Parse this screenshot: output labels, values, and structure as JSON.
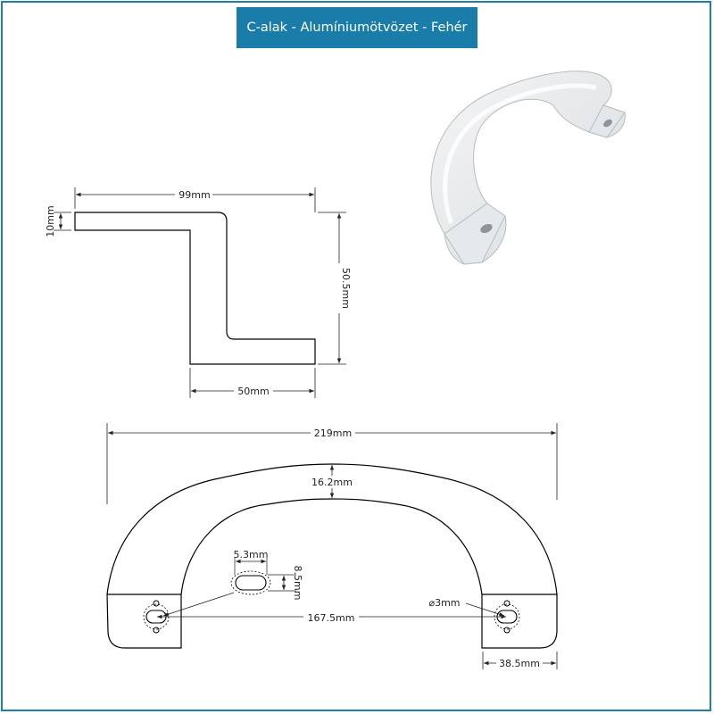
{
  "title": "C-alak - Alumíniumötvözet - Fehér",
  "side_view": {
    "width_label": "99mm",
    "thickness_label": "10mm",
    "height_label": "50.5mm",
    "foot_label": "50mm"
  },
  "front_view": {
    "length_label": "219mm",
    "arc_width_label": "16.2mm",
    "slot_width_label": "5.3mm",
    "slot_height_label": "8.5mm",
    "hole_label": "⌀3mm",
    "hole_spacing_label": "167.5mm",
    "end_width_label": "38.5mm"
  },
  "colors": {
    "accent": "#1a7ca8",
    "line": "#000000",
    "dimension": "#222222",
    "product": "#e9ebed"
  }
}
